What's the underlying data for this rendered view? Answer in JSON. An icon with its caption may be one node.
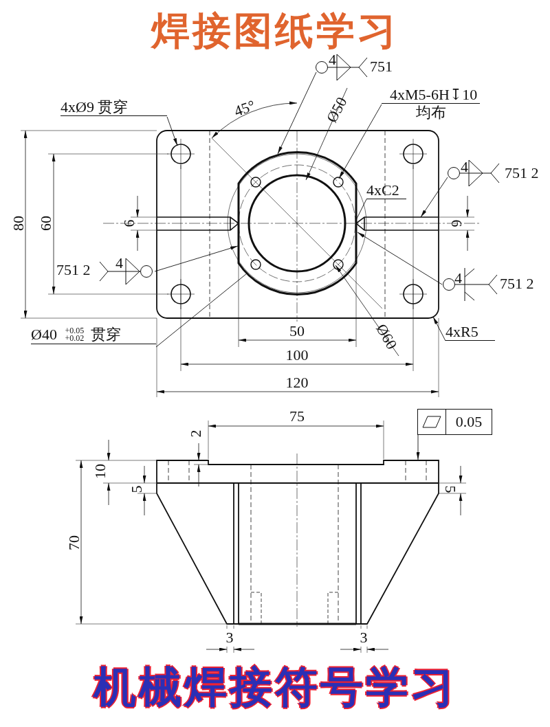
{
  "diagram": {
    "title": "焊接图纸学习",
    "caption": "机械焊接符号学习",
    "nodes": [
      {
        "text": [
          "4xØ9 贯穿"
        ]
      },
      {
        "text": [
          "4",
          "751"
        ]
      },
      {
        "text": [
          "4xM5-6H↧10",
          "均布"
        ]
      },
      {
        "text": [
          "4",
          "751 2"
        ]
      },
      {
        "text": [
          "4xC2"
        ]
      },
      {
        "text": [
          "4",
          "751 2"
        ]
      },
      {
        "text": [
          "Ø40 $^{+0.05}$$_{+0.02}$贯穿"
        ]
      },
      {
        "text": [
          "4",
          "751 2"
        ]
      },
      {
        "text": [
          "4xR5"
        ]
      },
      {
        "text": [
          "0.05"
        ]
      }
    ],
    "edges": [
      {
        "from": 0,
        "to": null,
        "arrow": "to"
      },
      {
        "from": 1,
        "to": null,
        "arrow": "to"
      },
      {
        "from": 2,
        "to": null,
        "arrow": "to"
      },
      {
        "from": 3,
        "to": null,
        "arrow": "to"
      },
      {
        "from": 4,
        "to": null,
        "arrow": "none"
      },
      {
        "from": 5,
        "to": null,
        "arrow": "to"
      },
      {
        "from": 6,
        "to": null,
        "arrow": "none"
      },
      {
        "from": 7,
        "to": null,
        "arrow": "to"
      },
      {
        "from": 8,
        "to": null,
        "arrow": "to"
      },
      {
        "from": 9,
        "to": null,
        "arrow": "to"
      }
    ],
    "labels": [
      "45°",
      "Ø50",
      "80",
      "60",
      "6",
      "6",
      "50",
      "100",
      "Ø60",
      "120",
      "75",
      "2",
      "10",
      "5",
      "70",
      "5",
      "3",
      "3"
    ]
  }
}
